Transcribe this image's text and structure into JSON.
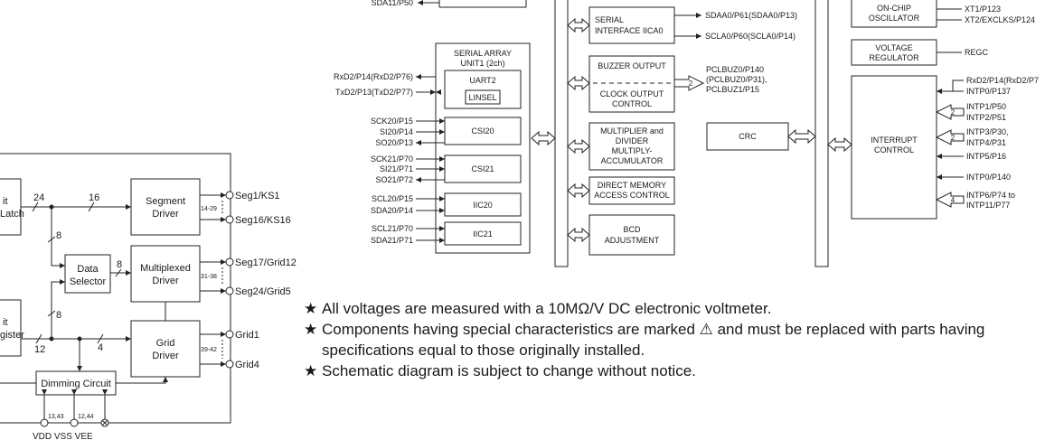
{
  "left_diagram": {
    "latch_partial": [
      "it",
      "Latch"
    ],
    "register_partial": [
      "it",
      "gister"
    ],
    "bus_24": "24",
    "bus_16": "16",
    "bus_8_down": "8",
    "bus_8_sel": "8",
    "bus_8_up": "8",
    "bus_12": "12",
    "bus_4": "4",
    "segment_driver": [
      "Segment",
      "Driver"
    ],
    "data_selector": [
      "Data",
      "Selector"
    ],
    "multiplexed_driver": [
      "Multiplexed",
      "Driver"
    ],
    "grid_driver": [
      "Grid",
      "Driver"
    ],
    "dimming_circuit": "Dimming Circuit",
    "pins_seg": "14-29",
    "pins_mux": "31-38",
    "pins_grid": "39-42",
    "out_seg1": "Seg1/KS1",
    "out_seg16": "Seg16/KS16",
    "out_seg17": "Seg17/Grid12",
    "out_seg24": "Seg24/Grid5",
    "out_grid1": "Grid1",
    "out_grid4": "Grid4",
    "power_pins_a": "13,43",
    "power_pins_b": "12,44",
    "power_labels": "VDD   VSS   VEE"
  },
  "right_diagram": {
    "sda11": "SDA11/P50",
    "serial_iica0": [
      "SERIAL",
      "INTERFACE IICA0"
    ],
    "sdaa0": "SDAA0/P61(SDAA0/P13)",
    "sclaa0": "SCLA0/P60(SCLA0/P14)",
    "osc": [
      "ON-CHIP",
      "OSCILLATOR"
    ],
    "xt1": "XT1/P123",
    "xt2": "XT2/EXCLKS/P124",
    "vreg": [
      "VOLTAGE",
      "REGULATOR"
    ],
    "regc": "REGC",
    "sau1": [
      "SERIAL ARRAY",
      "UNIT1 (2ch)"
    ],
    "uart2": "UART2",
    "linsel": "LINSEL",
    "rxd2": "RxD2/P14(RxD2/P76)",
    "txd2": "TxD2/P13(TxD2/P77)",
    "buzzer": "BUZZER OUTPUT",
    "clock_out": [
      "CLOCK OUTPUT",
      "CONTROL"
    ],
    "pclbuz": [
      "PCLBUZ0/P140",
      "(PCLBUZ0/P31),",
      "PCLBUZ1/P15"
    ],
    "bus_2": "2",
    "csi20": "CSI20",
    "csi20_pins": [
      "SCK20/P15",
      "SI20/P14",
      "SO20/P13"
    ],
    "csi21": "CSI21",
    "csi21_pins": [
      "SCK21/P70",
      "SI21/P71",
      "SO21/P72"
    ],
    "iic20": "IIC20",
    "iic20_pins": [
      "SCL20/P15",
      "SDA20/P14"
    ],
    "iic21": "IIC21",
    "iic21_pins": [
      "SCL21/P70",
      "SDA21/P71"
    ],
    "mul": [
      "MULTIPLIER and",
      "DIVIDER",
      "MULTIPLY-",
      "ACCUMULATOR"
    ],
    "dma": [
      "DIRECT MEMORY",
      "ACCESS CONTROL"
    ],
    "bcd": [
      "BCD",
      "ADJUSTMENT"
    ],
    "crc": "CRC",
    "intc": [
      "INTERRUPT",
      "CONTROL"
    ],
    "rxd2_right": "RxD2/P14(RxD2/P7",
    "intp0_137": "INTP0/P137",
    "intp1": "INTP1/P50",
    "intp2": "INTP2/P51",
    "intp3": "INTP3/P30,",
    "intp4": "INTP4/P31",
    "intp5": "INTP5/P16",
    "intp0_140": "INTP0/P140",
    "intp6": "INTP6/P74 to",
    "intp11": "INTP11/P77",
    "bus_2a": "2",
    "bus_2b": "2",
    "bus_4": "4"
  },
  "notes": {
    "star": "★",
    "line1": "All voltages are measured with a 10MΩ/V DC electronic voltmeter.",
    "line2": "Components having special characteristics are marked ⚠ and must be replaced with parts having specifications equal to those originally installed.",
    "line3": "Schematic diagram is subject to change without notice."
  }
}
